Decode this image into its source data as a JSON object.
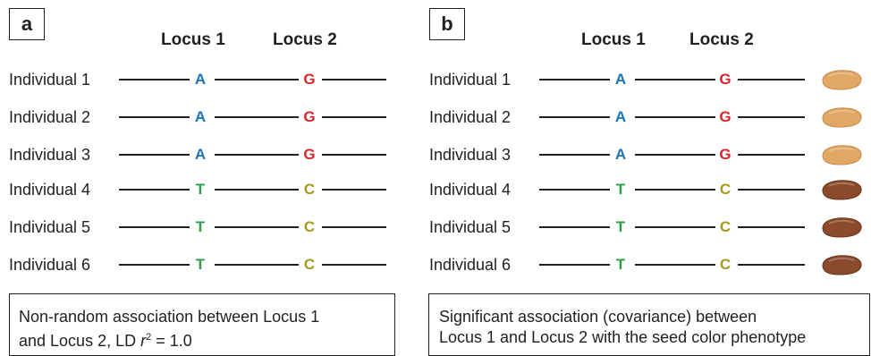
{
  "panels": [
    {
      "label": "a",
      "locus_headers": [
        "Locus 1",
        "Locus 2"
      ],
      "individuals": [
        {
          "name": "Individual 1",
          "locus1": "A",
          "locus2": "G"
        },
        {
          "name": "Individual 2",
          "locus1": "A",
          "locus2": "G"
        },
        {
          "name": "Individual 3",
          "locus1": "A",
          "locus2": "G"
        },
        {
          "name": "Individual 4",
          "locus1": "T",
          "locus2": "C"
        },
        {
          "name": "Individual 5",
          "locus1": "T",
          "locus2": "C"
        },
        {
          "name": "Individual 6",
          "locus1": "T",
          "locus2": "C"
        }
      ],
      "caption": {
        "line1": "Non-random association between Locus 1",
        "line2_pre": "and Locus 2, LD ",
        "line2_var": "r",
        "line2_sup": "2",
        "line2_post": " = 1.0"
      }
    },
    {
      "label": "b",
      "locus_headers": [
        "Locus 1",
        "Locus 2"
      ],
      "individuals": [
        {
          "name": "Individual 1",
          "locus1": "A",
          "locus2": "G",
          "seed": "light"
        },
        {
          "name": "Individual 2",
          "locus1": "A",
          "locus2": "G",
          "seed": "light"
        },
        {
          "name": "Individual 3",
          "locus1": "A",
          "locus2": "G",
          "seed": "light"
        },
        {
          "name": "Individual 4",
          "locus1": "T",
          "locus2": "C",
          "seed": "dark"
        },
        {
          "name": "Individual 5",
          "locus1": "T",
          "locus2": "C",
          "seed": "dark"
        },
        {
          "name": "Individual 6",
          "locus1": "T",
          "locus2": "C",
          "seed": "dark"
        }
      ],
      "caption": {
        "line1": "Significant association (covariance) between",
        "line2": "Locus 1 and Locus 2 with the seed color phenotype"
      }
    }
  ],
  "colors": {
    "A": "#1a75bb",
    "G": "#d7262c",
    "T": "#2e9e48",
    "C": "#a39a1e",
    "seed_light": "#e0a766",
    "seed_light_edge": "#c98a45",
    "seed_dark": "#8b4a2b",
    "seed_dark_edge": "#6a3519"
  }
}
